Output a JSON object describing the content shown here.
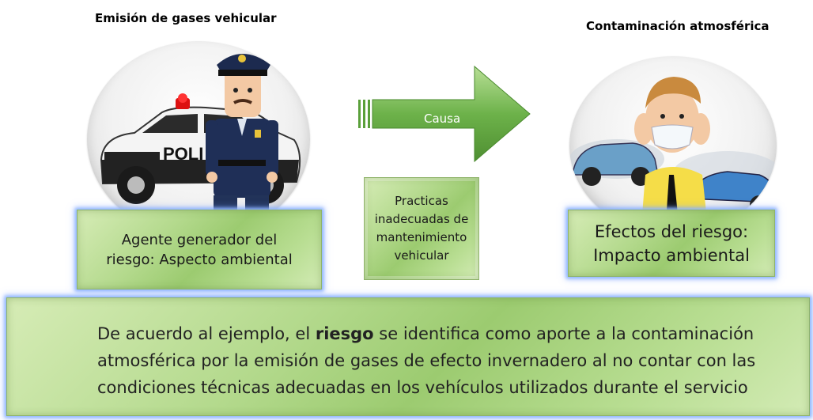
{
  "left_title": "Emisión de gases vehicular",
  "right_title": "Contaminación atmosférica",
  "left_box": [
    "Agente generador del",
    "riesgo: Aspecto ambiental"
  ],
  "arrow_label": "Causa",
  "middle_box": [
    "Practicas",
    "inadecuadas de",
    "mantenimiento",
    "vehicular"
  ],
  "right_box": [
    "Efectos del riesgo:",
    "Impacto ambiental"
  ],
  "car_text": "POLI",
  "bottom": {
    "before_bold": "De acuerdo al ejemplo, el ",
    "bold": "riesgo",
    "after_bold": " se identifica como aporte a la contaminación",
    "line2": "atmosférica por la emisión de gases de efecto invernadero al no contar con las",
    "line3": "condiciones técnicas adecuadas en los vehículos utilizados durante el servicio"
  },
  "colors": {
    "box_green": "#a9d47e",
    "arrow_green": "#5aa03a",
    "police_blue": "#1f2f57"
  }
}
